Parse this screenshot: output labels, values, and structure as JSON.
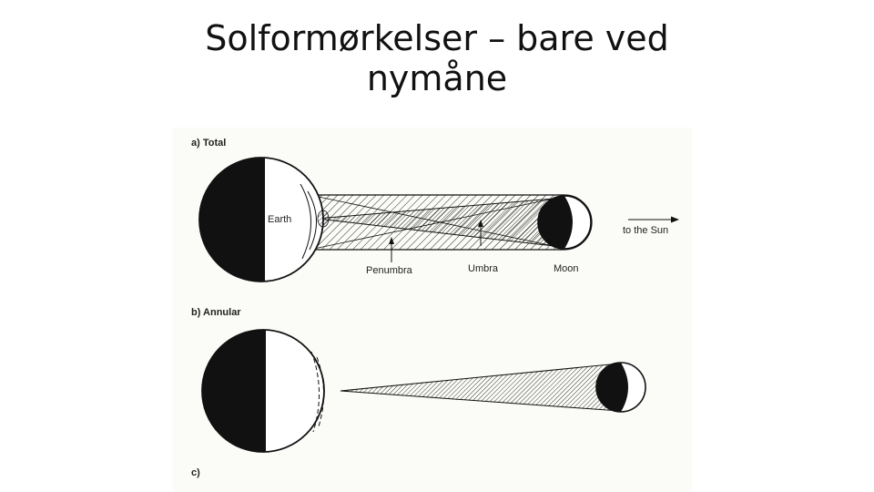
{
  "slide": {
    "title_line1": "Solformørkelser – bare ved",
    "title_line2": "nymåne"
  },
  "figure": {
    "panel_a": {
      "heading": "a) Total",
      "earth_label": "Earth",
      "penumbra_label": "Penumbra",
      "umbra_label": "Umbra",
      "moon_label": "Moon",
      "sun_direction_label": "to the Sun"
    },
    "panel_b": {
      "heading": "b) Annular"
    },
    "panel_c": {
      "heading": "c)"
    }
  },
  "colors": {
    "ink": "#111111",
    "paper": "#fbfbf7",
    "background": "#ffffff"
  }
}
